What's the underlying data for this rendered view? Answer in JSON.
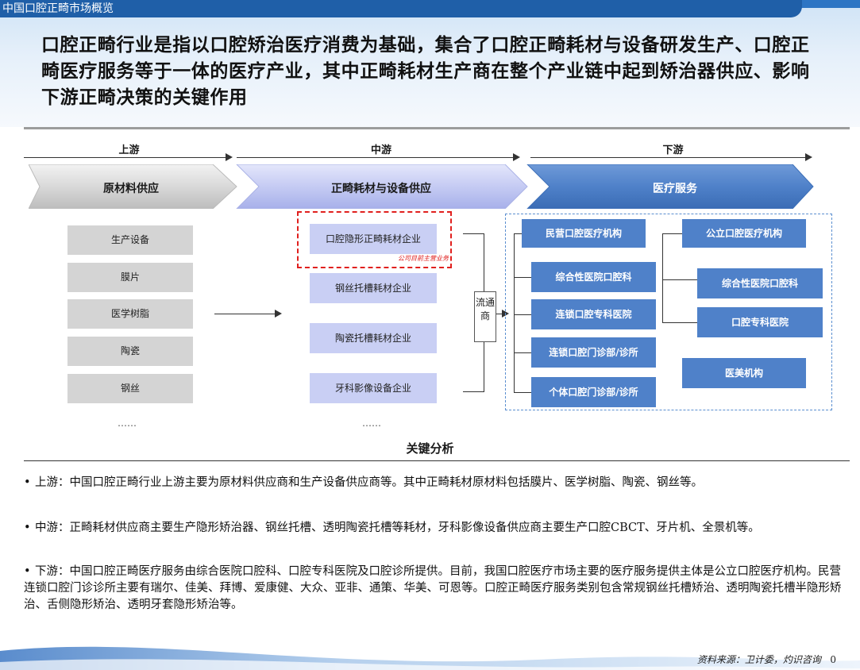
{
  "header": {
    "section_title": "中国口腔正畸市场概览",
    "headline": "口腔正畸行业是指以口腔矫治医疗消费为基础，集合了口腔正畸耗材与设备研发生产、口腔正畸医疗服务等于一体的医疗产业，其中正畸耗材生产商在整个产业链中起到矫治器供应、影响下游正畸决策的关键作用"
  },
  "stages": {
    "upstream": "上游",
    "midstream": "中游",
    "downstream": "下游"
  },
  "chevrons": {
    "upstream": "原材料供应",
    "midstream": "正畸耗材与设备供应",
    "downstream": "医疗服务"
  },
  "upstream_items": [
    "生产设备",
    "膜片",
    "医学树脂",
    "陶瓷",
    "钢丝"
  ],
  "upstream_more": "……",
  "midstream_items": [
    "口腔隐形正畸耗材企业",
    "钢丝托槽耗材企业",
    "陶瓷托槽耗材企业",
    "牙科影像设备企业"
  ],
  "midstream_more": "……",
  "highlight_note": "公司目前主营业务",
  "distributor": "流通商",
  "private_group": {
    "head": "民营口腔医疗机构",
    "items": [
      "综合性医院口腔科",
      "连锁口腔专科医院",
      "连锁口腔门诊部/诊所",
      "个体口腔门诊部/诊所"
    ]
  },
  "public_group": {
    "head": "公立口腔医疗机构",
    "items": [
      "综合性医院口腔科",
      "口腔专科医院"
    ]
  },
  "medical_beauty": "医美机构",
  "key_analysis": {
    "title": "关键分析",
    "bullets": [
      "上游：中国口腔正畸行业上游主要为原材料供应商和生产设备供应商等。其中正畸耗材原材料包括膜片、医学树脂、陶瓷、钢丝等。",
      "中游：正畸耗材供应商主要生产隐形矫治器、钢丝托槽、透明陶瓷托槽等耗材，牙科影像设备供应商主要生产口腔CBCT、牙片机、全景机等。",
      "下游：中国口腔正畸医疗服务由综合医院口腔科、口腔专科医院及口腔诊所提供。目前，我国口腔医疗市场主要的医疗服务提供主体是公立口腔医疗机构。民营连锁口腔门诊诊所主要有瑞尔、佳美、拜博、爱康健、大众、亚非、通策、华美、可恩等。口腔正畸医疗服务类别包含常规钢丝托槽矫治、透明陶瓷托槽半隐形矫治、舌侧隐形矫治、透明牙套隐形矫治等。"
    ]
  },
  "footer": {
    "source": "资料来源：卫计委，灼识咨询",
    "page_number": "0"
  },
  "colors": {
    "header_bar": "#1f5fa8",
    "upstream_box": "#d4d4d4",
    "midstream_box": "#c9cff4",
    "downstream_box": "#4f81c9",
    "highlight": "#e0201e"
  }
}
